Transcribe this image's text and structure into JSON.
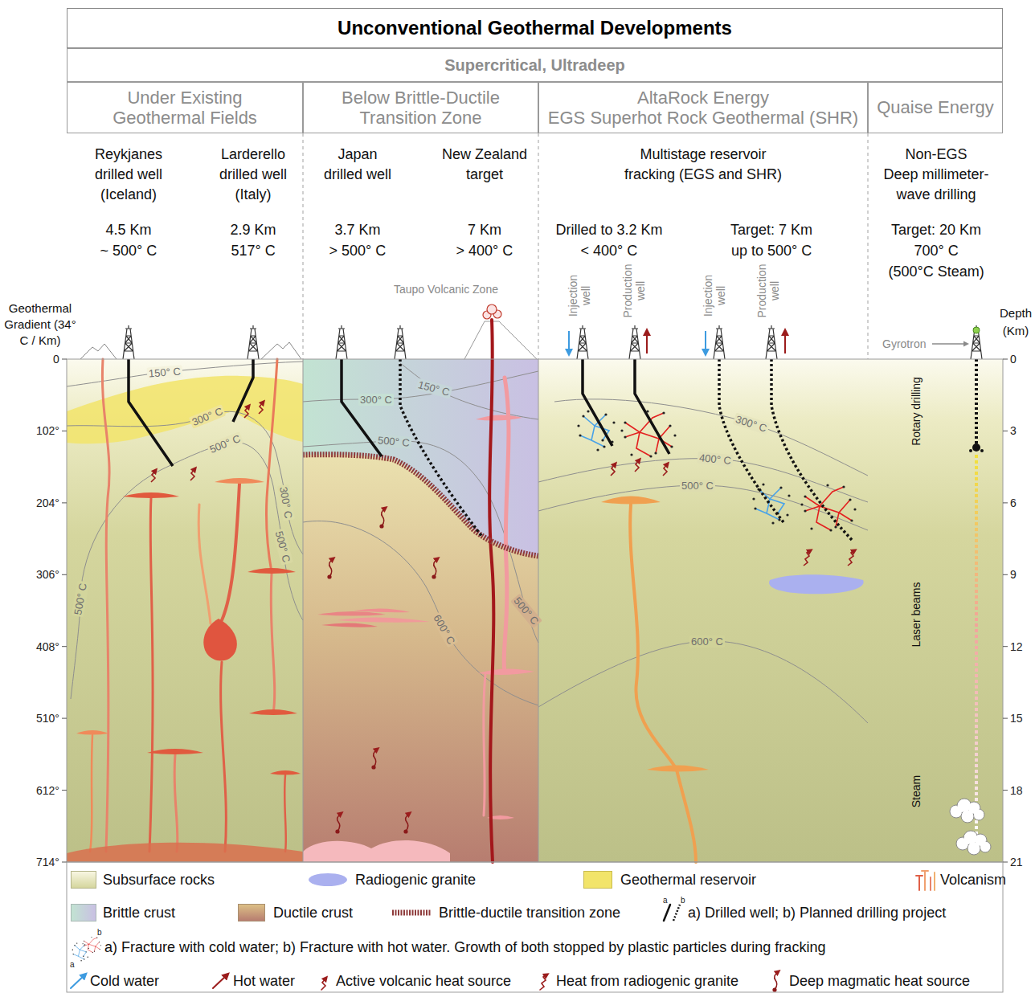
{
  "diagram": {
    "title": "Unconventional Geothermal Developments",
    "nodes": [
      {
        "text": [
          "Supercritical, Ultradeep"
        ]
      },
      {
        "text": [
          "Under Existing Geothermal Fields"
        ]
      },
      {
        "text": [
          "Below Brittle-Ductile Transition Zone"
        ]
      },
      {
        "text": [
          "AltaRock Energy",
          "EGS Superhot Rock Geothermal (SHR)"
        ]
      },
      {
        "text": [
          "Quaise Energy"
        ]
      }
    ],
    "labels": [
      "Reykjanes drilled well (Iceland)",
      "Larderello drilled well (Italy)",
      "4.5 Km",
      "~ 500° C",
      "2.9 Km",
      "517° C",
      "Japan drilled well",
      "New Zealand target",
      "3.7 Km",
      "> 500° C",
      "7 Km",
      "> 400° C",
      "Multistage reservoir fracking (EGS and SHR)",
      "Drilled to 3.2 Km",
      "< 400° C",
      "Target: 7 Km",
      "up to 500° C",
      "Non-EGS",
      "Deep millimeter-wave drilling",
      "Target: 20 Km",
      "700° C",
      "(500°C Steam)",
      "Geothermal Gradient (34° C / Km)",
      "Depth (Km)",
      "Taupo Volcanic Zone",
      "Injection well",
      "Production well",
      "Injection well",
      "Production well",
      "Gyrotron",
      "0",
      "102°",
      "204°",
      "306°",
      "408°",
      "510°",
      "612°",
      "714°",
      "0",
      "3",
      "6",
      "9",
      "12",
      "15",
      "18",
      "21",
      "150° C",
      "300° C",
      "500° C",
      "300° C",
      "500° C",
      "500° C",
      "300° C",
      "150° C",
      "500° C",
      "600° C",
      "500° C",
      "300° C",
      "400° C",
      "500° C",
      "600° C",
      "Rotary drilling",
      "Laser beams",
      "Steam",
      "a",
      "b",
      "a",
      "b"
    ],
    "legend": [
      {
        "text": "Subsurface rocks",
        "color": "#d5d69e"
      },
      {
        "text": "Radiogenic granite",
        "color": "#aab0ef"
      },
      {
        "text": "Geothermal reservoir",
        "color": "#f2e46a"
      },
      {
        "text": "Volcanism"
      },
      {
        "text": "Brittle crust",
        "color": "#c2e3d2"
      },
      {
        "text": "Ductile crust",
        "color": "#dcbf86"
      },
      {
        "text": "Brittle-ductile transition zone"
      },
      {
        "text": "a) Drilled well; b) Planned drilling project"
      },
      {
        "text": "a) Fracture with cold water; b) Fracture with hot water. Growth of both stopped by plastic particles during fracking"
      },
      {
        "text": "Cold water"
      },
      {
        "text": "Hot water"
      },
      {
        "text": "Active volcanic heat source"
      },
      {
        "text": "Heat from radiogenic granite"
      },
      {
        "text": "Deep magmatic heat source"
      }
    ]
  }
}
